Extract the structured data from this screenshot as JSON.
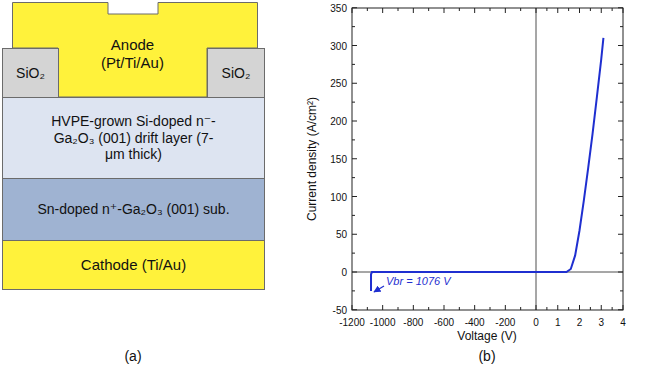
{
  "diagram": {
    "nodes": [
      {
        "text": [
          "Anode (Pt/Ti/Au)"
        ]
      },
      {
        "text": [
          "SiO₂"
        ]
      },
      {
        "text": [
          "SiO₂"
        ]
      },
      {
        "text": [
          "HVPE-grown Si-doped n⁻-Ga₂O₃ (001) drift layer (7-μm thick)"
        ]
      },
      {
        "text": [
          "Sn-doped n⁺-Ga₂O₃ (001) sub."
        ]
      },
      {
        "text": [
          "Cathode (Ti/Au)"
        ]
      }
    ],
    "edges": [],
    "labels": [
      "(a)",
      "350",
      "300",
      "250",
      "200",
      "150",
      "100",
      "50",
      "0",
      "-50",
      "Current density (A/cm²)",
      "-1200",
      "-1000",
      "-800",
      "-600",
      "-400",
      "-200",
      "0",
      "1",
      "2",
      "3",
      "4",
      "Voltage (V)",
      "Vbr = 1076 V",
      "(b)"
    ]
  }
}
